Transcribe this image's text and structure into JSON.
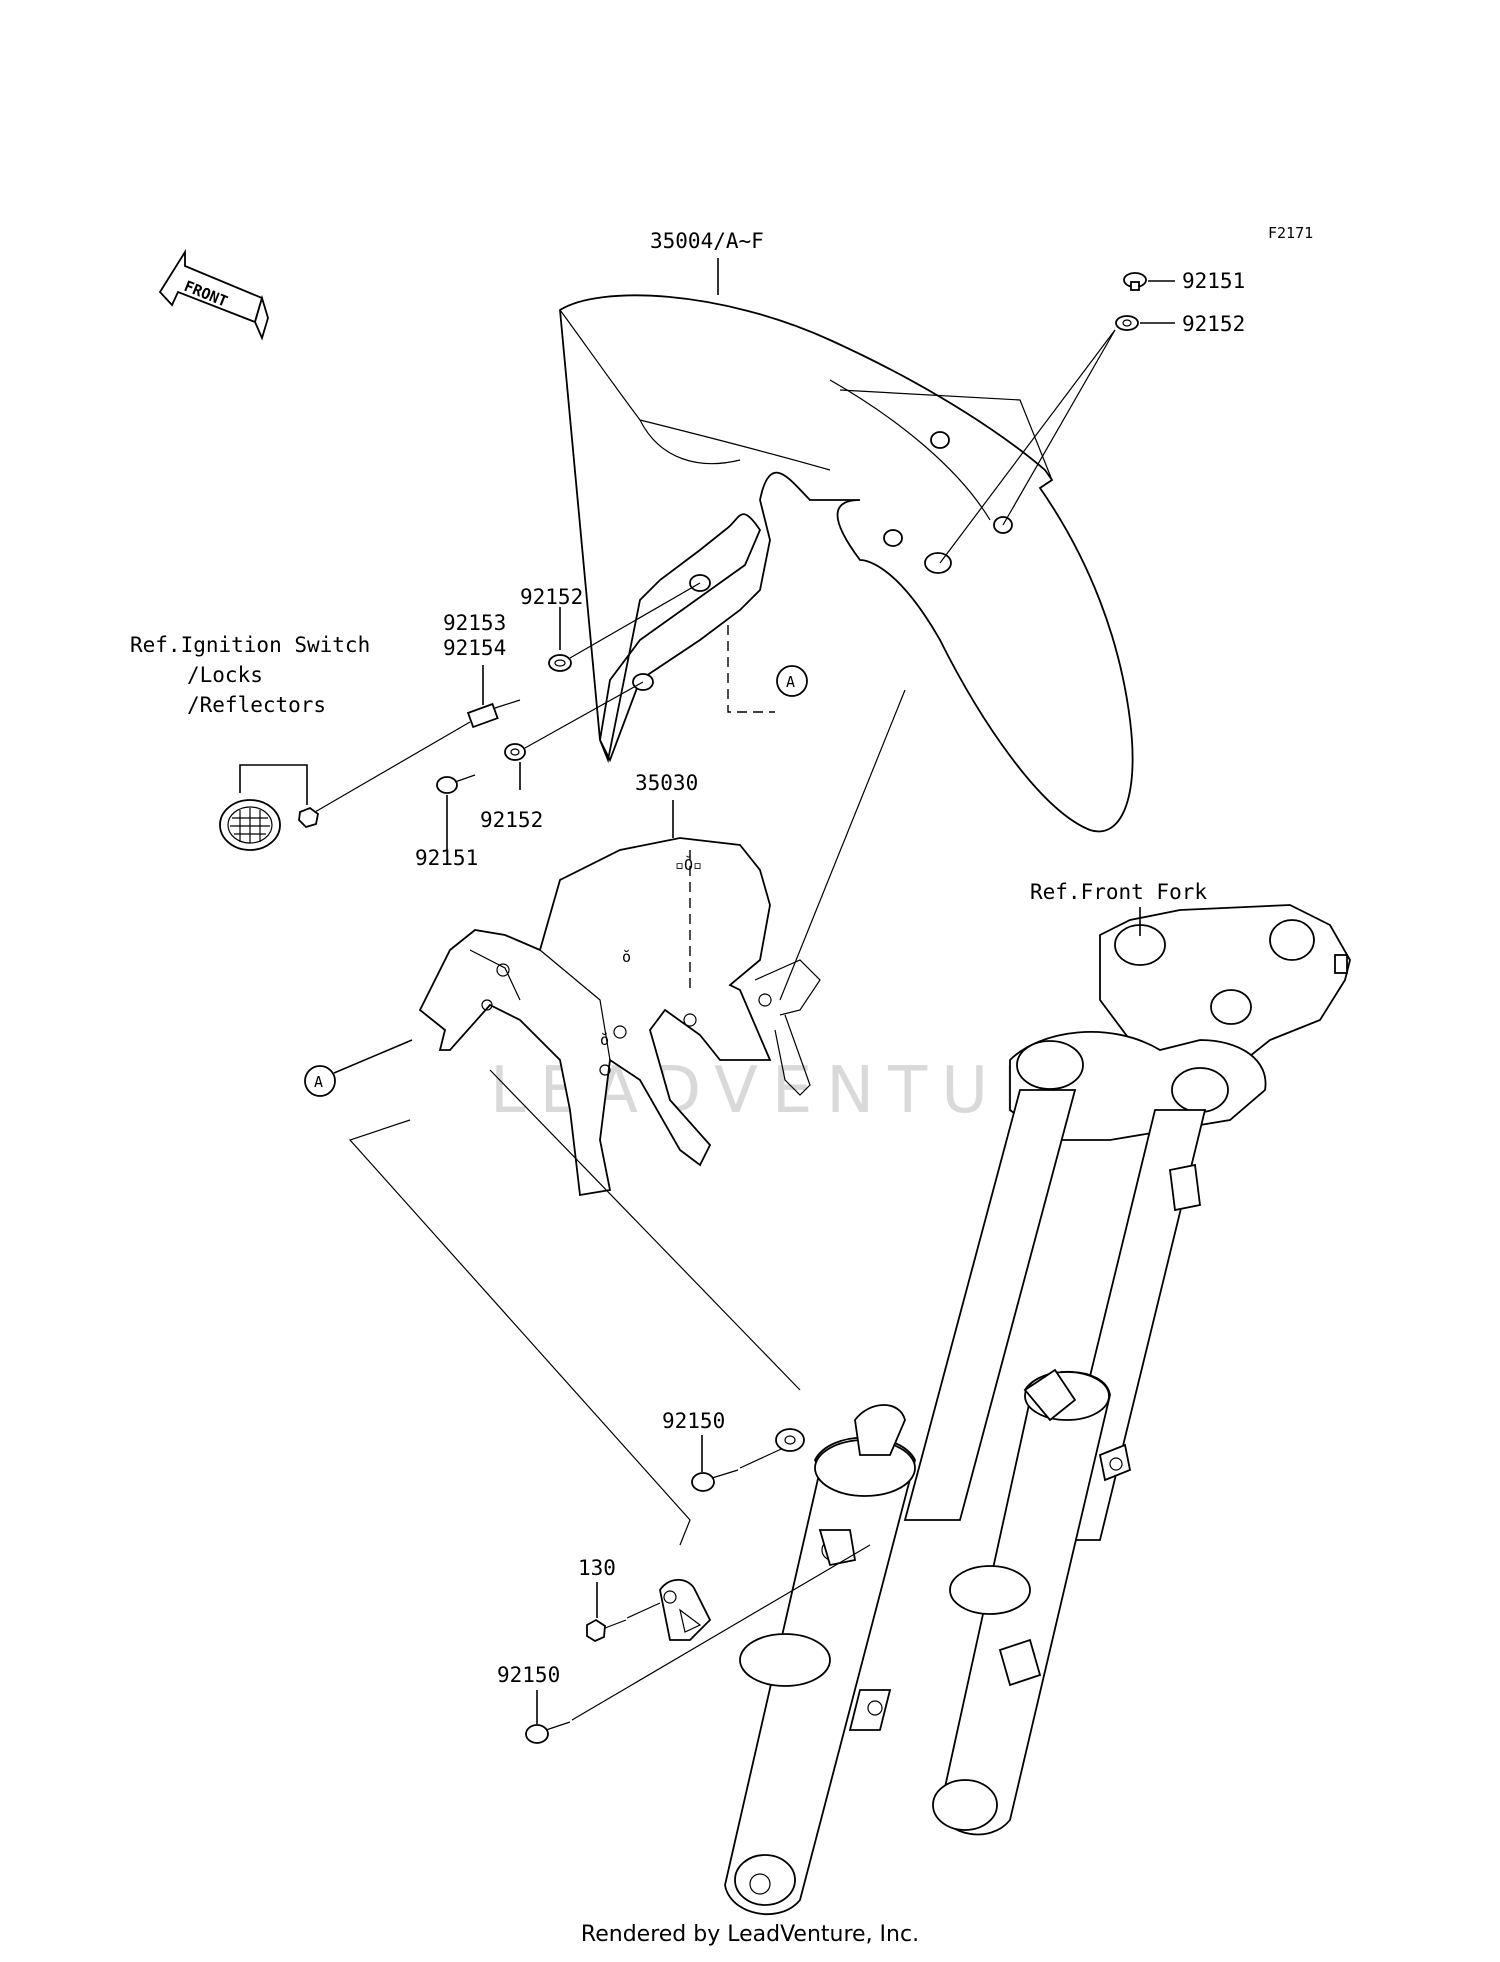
{
  "diagram_code": "F2171",
  "front_arrow_label": "FRONT",
  "watermark": "LEADVENTURE",
  "parts": {
    "fender": "35004/A~F",
    "fender_bracket": "35030",
    "bolt_top": "92151",
    "washer_top": "92152",
    "washer_left_upper": "92152",
    "spacer_a": "92153",
    "spacer_b": "92154",
    "washer_left_lower": "92152",
    "bolt_left": "92151",
    "bolt_fork_upper": "92150",
    "bolt_130": "130",
    "bolt_fork_lower": "92150"
  },
  "references": {
    "ignition_line1": "Ref.Ignition Switch",
    "ignition_line2": "/Locks",
    "ignition_line3": "/Reflectors",
    "front_fork": "Ref.Front Fork"
  },
  "callout_a": "A",
  "footer": "Rendered by LeadVenture, Inc."
}
